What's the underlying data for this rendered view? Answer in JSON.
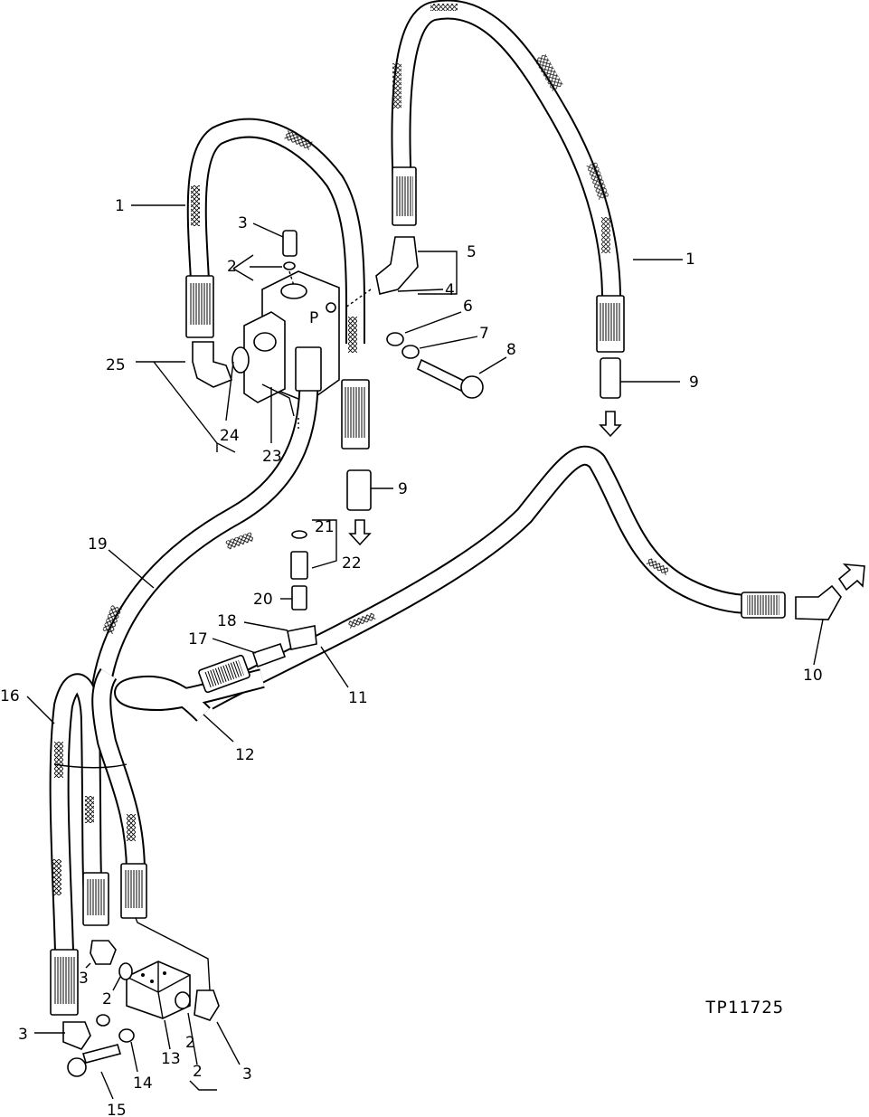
{
  "figure_id": "TP11725",
  "callouts": [
    {
      "id": "1a",
      "text": "1"
    },
    {
      "id": "1b",
      "text": "1"
    },
    {
      "id": "2a",
      "text": "2"
    },
    {
      "id": "2b",
      "text": "2"
    },
    {
      "id": "2c",
      "text": "2"
    },
    {
      "id": "2d",
      "text": "2"
    },
    {
      "id": "3a",
      "text": "3"
    },
    {
      "id": "3b",
      "text": "3"
    },
    {
      "id": "3c",
      "text": "3"
    },
    {
      "id": "3d",
      "text": "3"
    },
    {
      "id": "4",
      "text": "4"
    },
    {
      "id": "5",
      "text": "5"
    },
    {
      "id": "6",
      "text": "6"
    },
    {
      "id": "7",
      "text": "7"
    },
    {
      "id": "8",
      "text": "8"
    },
    {
      "id": "9a",
      "text": "9"
    },
    {
      "id": "9b",
      "text": "9"
    },
    {
      "id": "10",
      "text": "10"
    },
    {
      "id": "11",
      "text": "11"
    },
    {
      "id": "12",
      "text": "12"
    },
    {
      "id": "13",
      "text": "13"
    },
    {
      "id": "14",
      "text": "14"
    },
    {
      "id": "15",
      "text": "15"
    },
    {
      "id": "16",
      "text": "16"
    },
    {
      "id": "17",
      "text": "17"
    },
    {
      "id": "18",
      "text": "18"
    },
    {
      "id": "19",
      "text": "19"
    },
    {
      "id": "20",
      "text": "20"
    },
    {
      "id": "21",
      "text": "21"
    },
    {
      "id": "22",
      "text": "22"
    },
    {
      "id": "23",
      "text": "23"
    },
    {
      "id": "24",
      "text": "24"
    },
    {
      "id": "25",
      "text": "25"
    }
  ],
  "valve_port_label": "P"
}
